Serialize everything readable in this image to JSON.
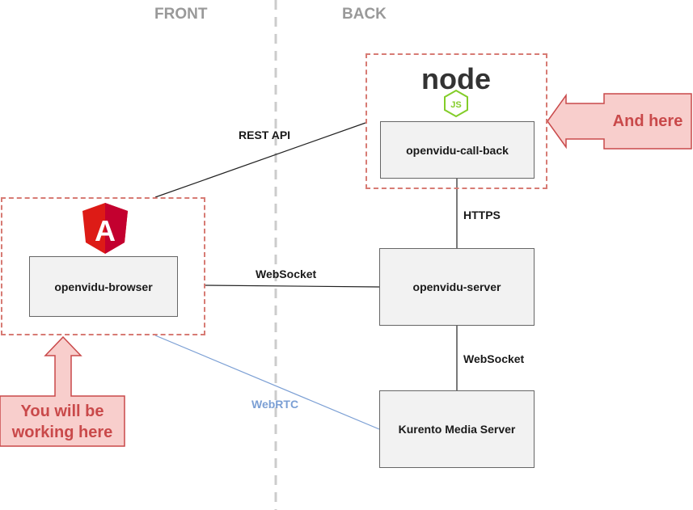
{
  "columns": {
    "front": "FRONT",
    "back": "BACK"
  },
  "nodes": {
    "browser": "openvidu-browser",
    "callback": "openvidu-call-back",
    "server": "openvidu-server",
    "kurento": "Kurento Media Server"
  },
  "edges": {
    "rest": "REST API",
    "https": "HTTPS",
    "ws_browser_server": "WebSocket",
    "ws_server_kurento": "WebSocket",
    "webrtc": "WebRTC"
  },
  "callouts": {
    "back_note": "And here",
    "front_note_line1": "You will be",
    "front_note_line2": "working here"
  },
  "logos": {
    "angular_icon": "A",
    "node_text": "node",
    "node_js_badge": "JS"
  },
  "colors": {
    "dashed_border": "#d77b74",
    "callout_fill": "#f8cecc",
    "callout_text": "#c9494a",
    "webrtc_line": "#7b9fd4",
    "angular_red": "#dd1b16",
    "node_green": "#83cd29"
  }
}
